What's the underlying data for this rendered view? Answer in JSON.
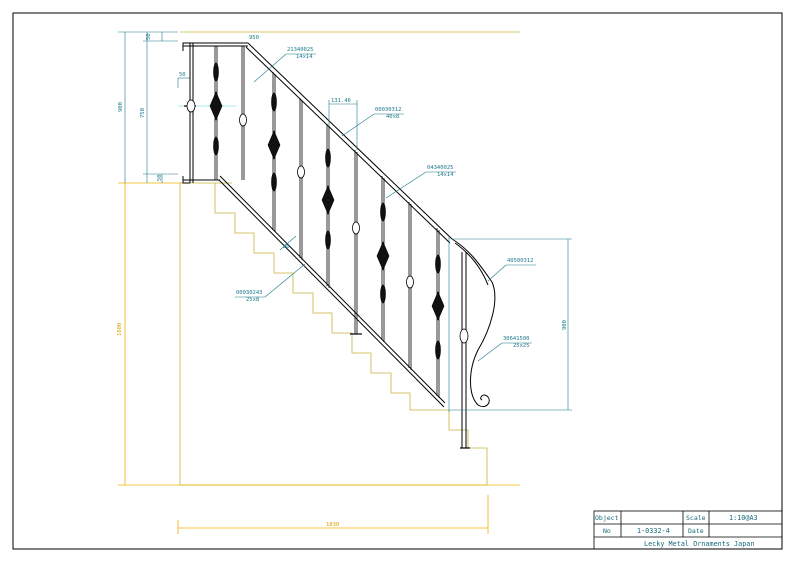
{
  "drawing": {
    "callouts": {
      "c1_code": "21340025",
      "c1_size": "14x14",
      "c2_code": "00030312",
      "c2_size": "40x8",
      "c3_code": "04340025",
      "c3_size": "14x14",
      "c4_code": "00030243",
      "c4_size": "25x8",
      "c5_code": "40500312",
      "c6_code": "30641500",
      "c6_size": "25x25"
    },
    "dimensions": {
      "top_950": "950",
      "side_50_top": "50",
      "side_50_mid": "50",
      "side_750": "750",
      "side_50_bot": "50",
      "side_900_left": "900",
      "spacing_131": "131.46",
      "tilt_80": "80",
      "side_900_right": "900",
      "height_1800": "1800",
      "width_1830": "1830"
    }
  },
  "title_block": {
    "object_label": "Object",
    "object_value": "",
    "scale_label": "Scale",
    "scale_value": "1:10@A3",
    "no_label": "No",
    "no_value": "1-0332-4",
    "date_label": "Date",
    "date_value": "",
    "company": "Lecky Metal Ornaments Japan"
  },
  "colors": {
    "frame": "#000000",
    "stair_outline": "#c9b43c",
    "dimension": "#1a7a8a",
    "overall_dimension": "#f0b000"
  }
}
